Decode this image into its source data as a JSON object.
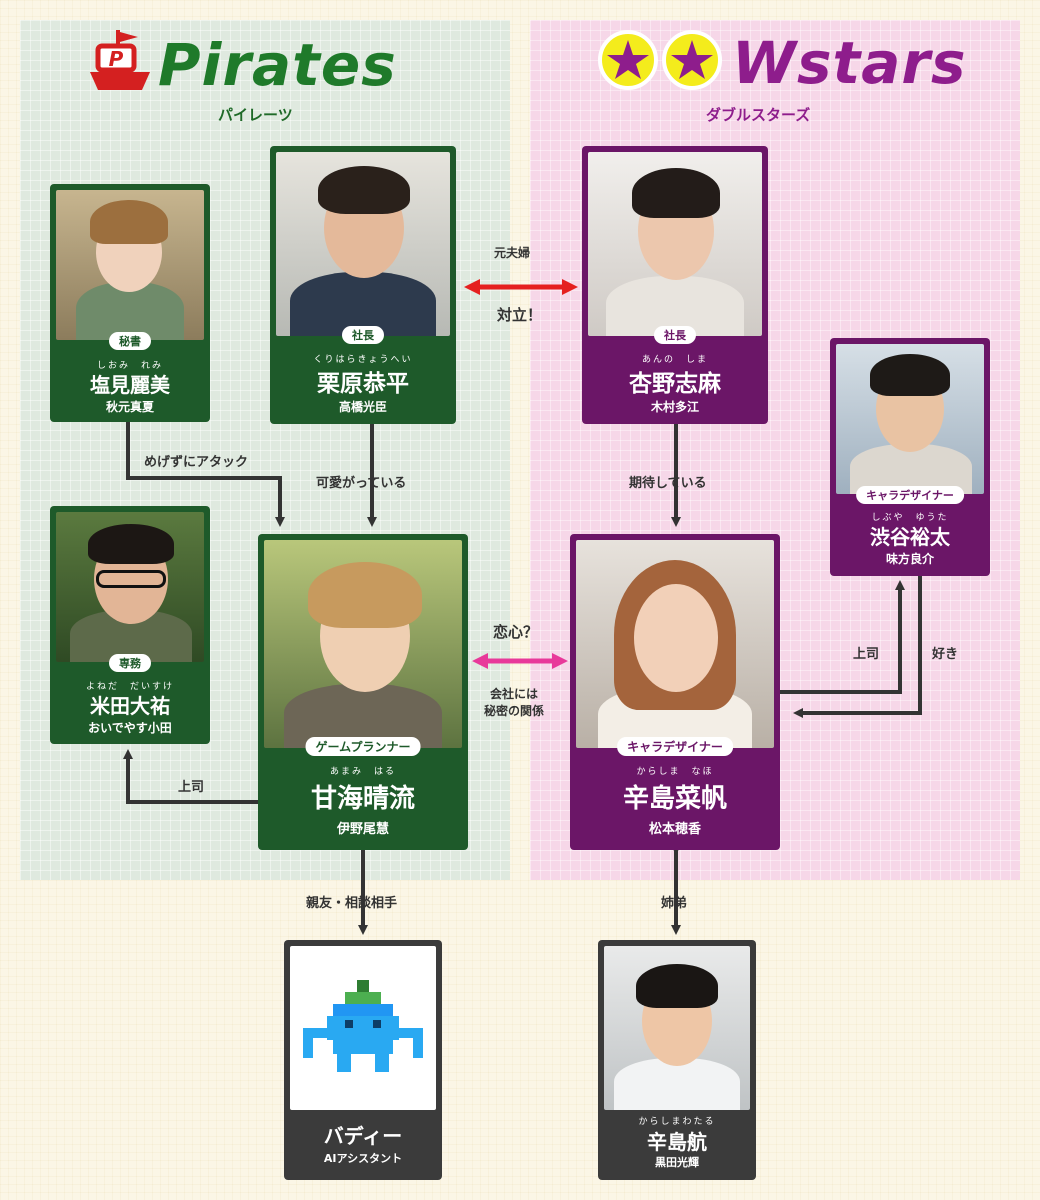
{
  "teams": {
    "pirates": {
      "logo": "Pirates",
      "kana": "パイレーツ",
      "color": "#1f7a2a"
    },
    "wstars": {
      "logo": "Wstars",
      "kana": "ダブルスターズ",
      "color": "#8e1d8c"
    }
  },
  "characters": {
    "shiomi": {
      "role": "秘書",
      "ruby": "しおみ　れみ",
      "name": "塩見麗美",
      "actor": "秋元真夏"
    },
    "kurihara": {
      "role": "社長",
      "ruby": "くりはらきょうへい",
      "name": "栗原恭平",
      "actor": "高橋光臣"
    },
    "anno": {
      "role": "社長",
      "ruby": "あんの　しま",
      "name": "杏野志麻",
      "actor": "木村多江"
    },
    "shibuya": {
      "role": "キャラデザイナー",
      "ruby": "しぶや　ゆうた",
      "name": "渋谷裕太",
      "actor": "味方良介"
    },
    "yoneda": {
      "role": "専務",
      "ruby": "よねだ　だいすけ",
      "name": "米田大祐",
      "actor": "おいでやす小田"
    },
    "amami": {
      "role": "ゲームプランナー",
      "ruby": "あまみ　はる",
      "name": "甘海晴流",
      "actor": "伊野尾慧"
    },
    "karashima_naho": {
      "role": "キャラデザイナー",
      "ruby": "からしま　なほ",
      "name": "辛島菜帆",
      "actor": "松本穂香"
    },
    "buddy": {
      "name": "バディー",
      "actor": "AIアシスタント"
    },
    "karashima_wataru": {
      "ruby": "からしまわたる",
      "name": "辛島航",
      "actor": "黒田光輝"
    }
  },
  "relations": {
    "ex_couple": "元夫婦",
    "conflict": "対立！",
    "attack": "めげずにアタック",
    "cherish": "可愛がっている",
    "expect": "期待している",
    "romance": "恋心？",
    "secret": "会社には\n秘密の関係",
    "boss_left": "上司",
    "boss_right": "上司",
    "likes": "好き",
    "best_friend": "親友・相談相手",
    "siblings": "姉弟"
  },
  "colors": {
    "pirates_card": "#1e5a2a",
    "wstars_card": "#6b1667",
    "conflict_arrow": "#e52020",
    "romance_arrow": "#e8399a",
    "line": "#333333"
  }
}
